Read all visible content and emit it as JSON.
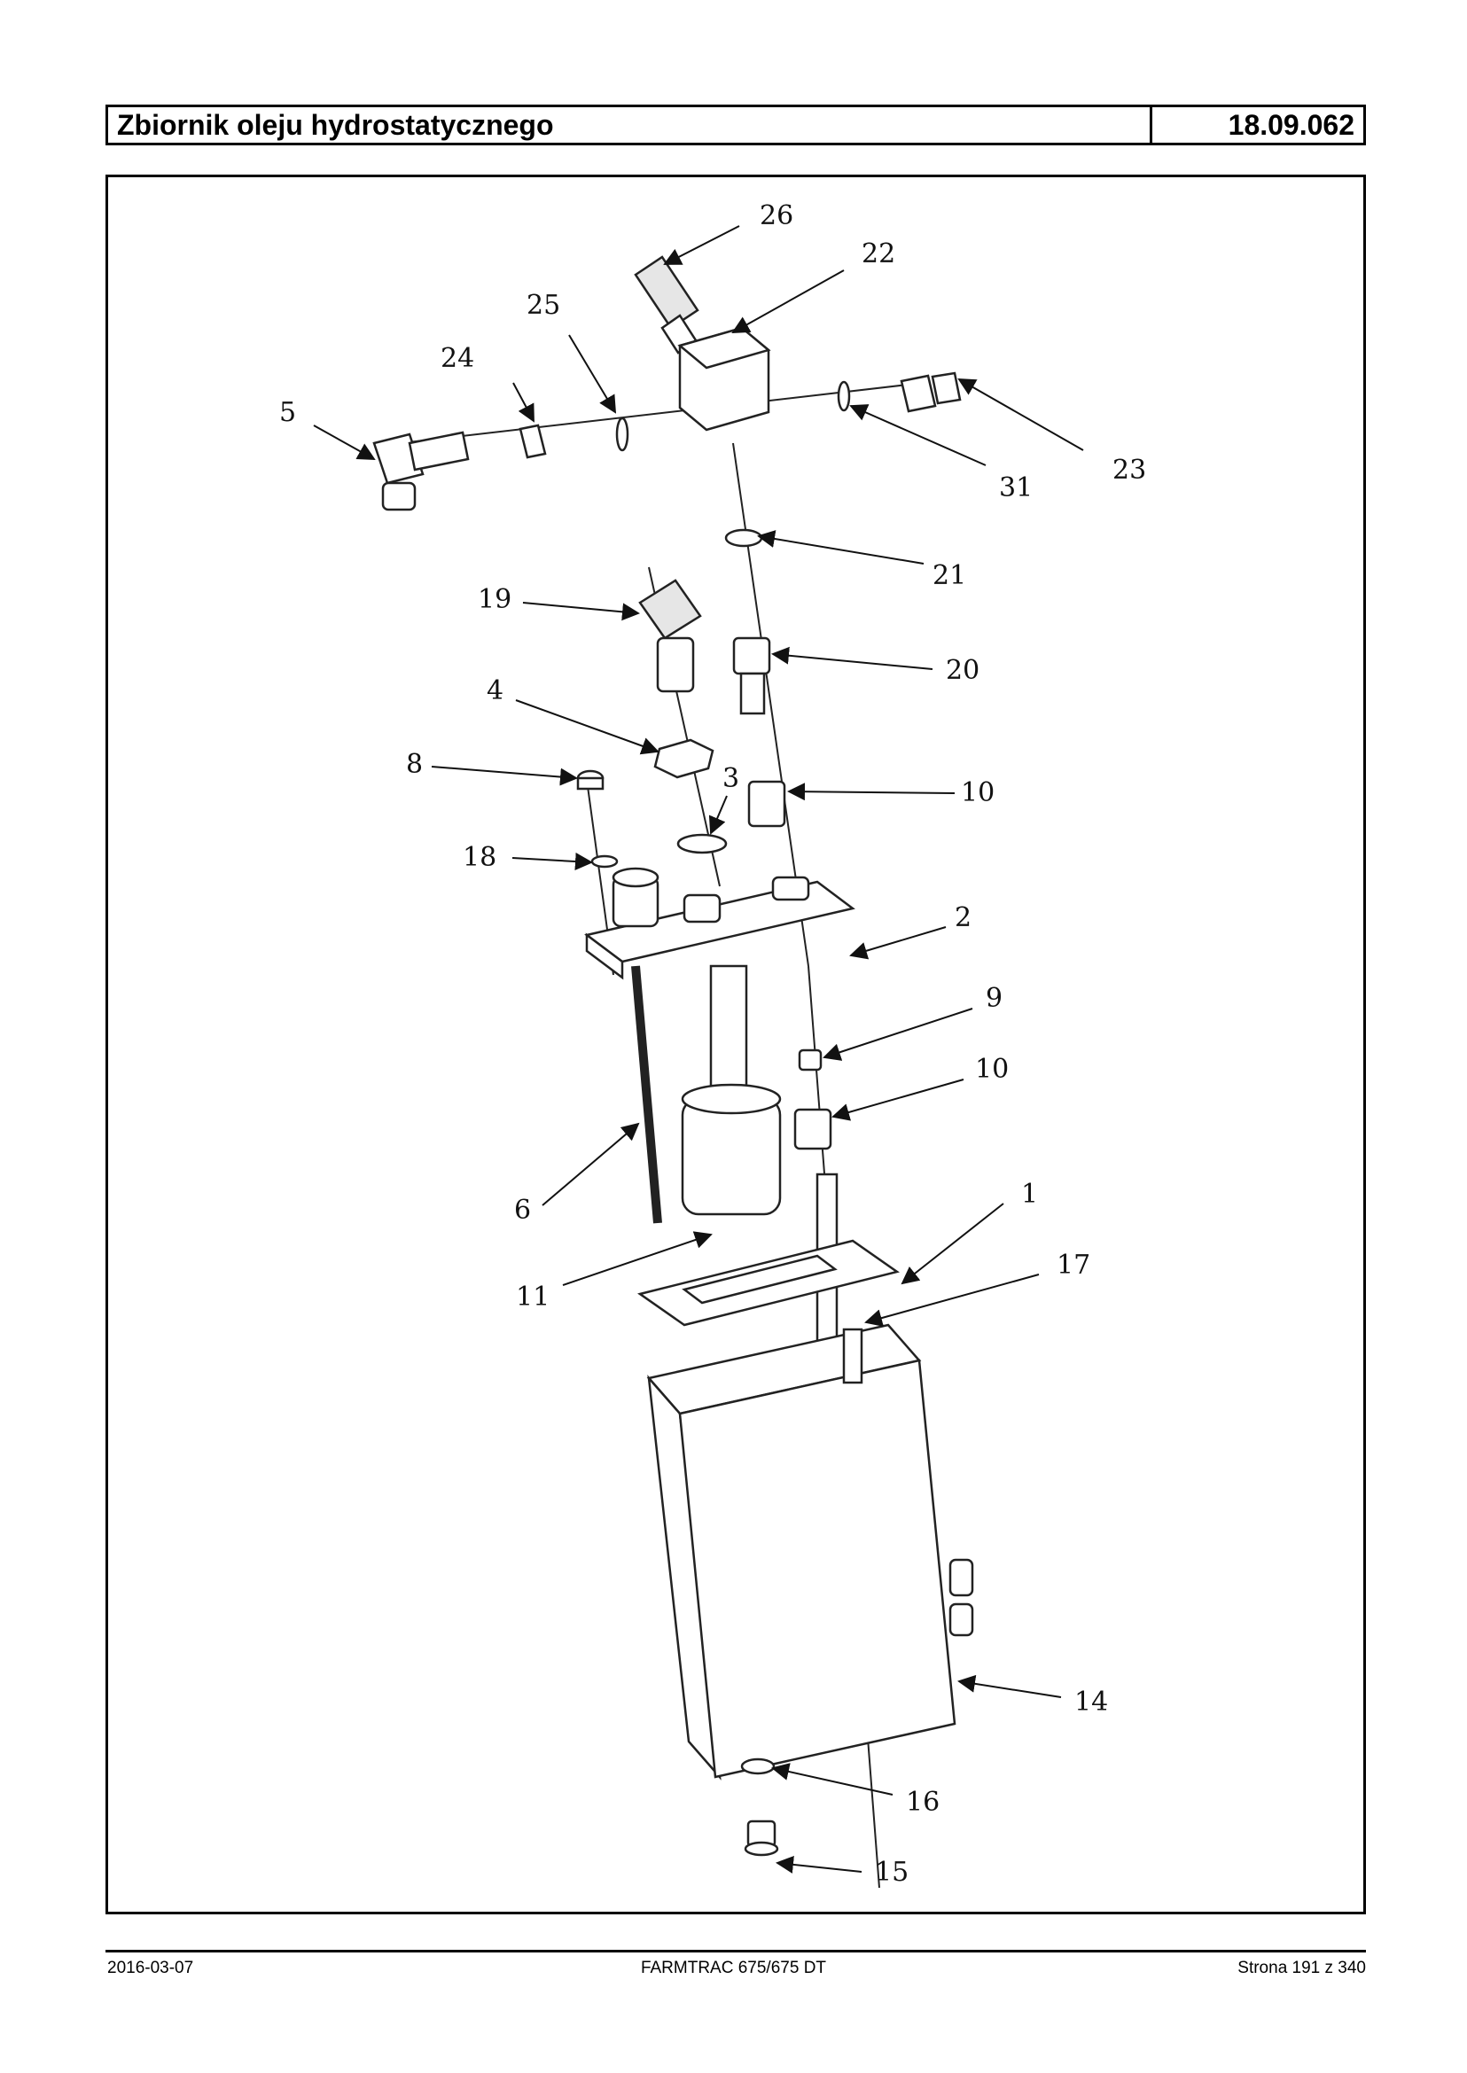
{
  "header": {
    "title": "Zbiornik oleju hydrostatycznego",
    "code": "18.09.062"
  },
  "diagram": {
    "callouts": [
      "26",
      "22",
      "25",
      "24",
      "5",
      "23",
      "31",
      "21",
      "19",
      "20",
      "4",
      "8",
      "3",
      "10",
      "18",
      "2",
      "9",
      "10",
      "6",
      "1",
      "11",
      "17",
      "14",
      "16",
      "15"
    ]
  },
  "footer": {
    "date": "2016-03-07",
    "model": "FARMTRAC 675/675 DT",
    "page": "Strona 191 z 340"
  }
}
